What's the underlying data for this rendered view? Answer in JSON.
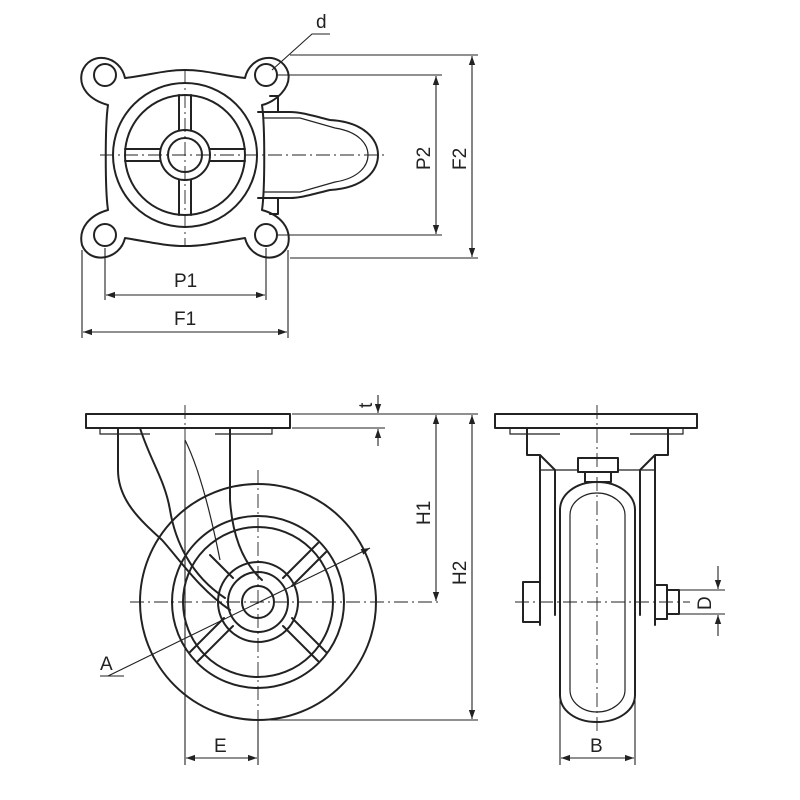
{
  "labels": {
    "d": "d",
    "p1": "P1",
    "f1": "F1",
    "p2": "P2",
    "f2": "F2",
    "t": "t",
    "h1": "H1",
    "h2": "H2",
    "a": "A",
    "e": "E",
    "b": "B",
    "d_axle": "D"
  }
}
